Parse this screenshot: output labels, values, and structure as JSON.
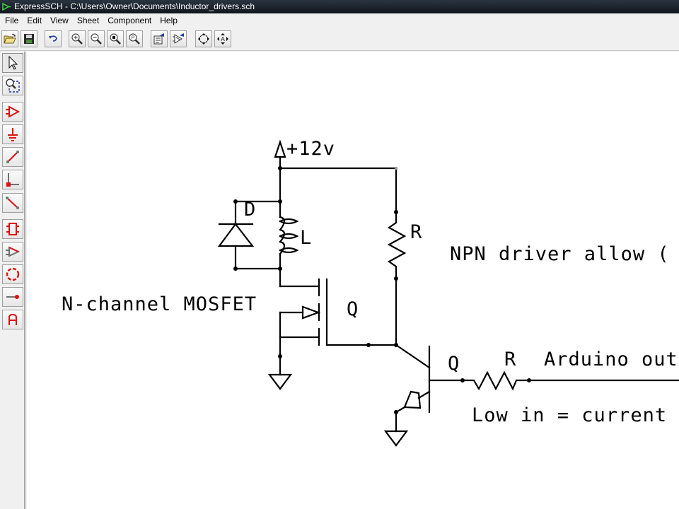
{
  "window": {
    "title": "ExpressSCH - C:\\Users\\Owner\\Documents\\Inductor_drivers.sch",
    "app_icon": "expresssch-logo-icon"
  },
  "menu": {
    "items": [
      {
        "label": "File"
      },
      {
        "label": "Edit"
      },
      {
        "label": "View"
      },
      {
        "label": "Sheet"
      },
      {
        "label": "Component"
      },
      {
        "label": "Help"
      }
    ]
  },
  "toolbar": {
    "buttons": [
      {
        "name": "open-button",
        "icon": "open-folder-icon",
        "tooltip": "Open"
      },
      {
        "name": "save-button",
        "icon": "floppy-disk-icon",
        "tooltip": "Save"
      },
      {
        "name": "undo-button",
        "icon": "undo-arrow-icon",
        "tooltip": "Undo"
      },
      {
        "name": "zoom-in-button",
        "icon": "zoom-in-icon",
        "tooltip": "Zoom In"
      },
      {
        "name": "zoom-out-button",
        "icon": "zoom-out-icon",
        "tooltip": "Zoom Out"
      },
      {
        "name": "zoom-fit-button",
        "icon": "zoom-fit-icon",
        "tooltip": "Zoom Fit"
      },
      {
        "name": "zoom-page-button",
        "icon": "zoom-page-icon",
        "tooltip": "Zoom Page"
      },
      {
        "name": "sheet-properties-button",
        "icon": "sheet-properties-icon",
        "tooltip": "Sheet Properties"
      },
      {
        "name": "component-properties-button",
        "icon": "component-properties-icon",
        "tooltip": "Component Properties"
      },
      {
        "name": "move-button",
        "icon": "move-arrows-icon",
        "tooltip": "Move"
      },
      {
        "name": "move-annotate-button",
        "icon": "move-annotate-icon",
        "tooltip": "Move Annotation"
      }
    ]
  },
  "tools": {
    "buttons": [
      {
        "name": "select-tool",
        "icon": "pointer-arrow-icon",
        "active": true
      },
      {
        "name": "zoom-select-tool",
        "icon": "zoom-select-icon"
      },
      {
        "name": "place-component-tool",
        "icon": "component-triangle-icon"
      },
      {
        "name": "ground-tool",
        "icon": "ground-symbol-icon"
      },
      {
        "name": "wire-tool",
        "icon": "wire-line-icon"
      },
      {
        "name": "corner-wire-tool",
        "icon": "corner-wire-icon"
      },
      {
        "name": "bus-tool",
        "icon": "diagonal-line-icon"
      },
      {
        "name": "ic-tool",
        "icon": "ic-chip-icon"
      },
      {
        "name": "buffer-tool",
        "icon": "buffer-triangle-icon"
      },
      {
        "name": "circle-tool",
        "icon": "dashed-circle-icon"
      },
      {
        "name": "junction-tool",
        "icon": "junction-dot-icon"
      },
      {
        "name": "text-tool",
        "icon": "text-a-icon"
      }
    ]
  },
  "schematic": {
    "labels": {
      "supply": "+12v",
      "diode": "D",
      "inductor": "L",
      "resistor_top": "R",
      "mosfet_ref": "Q",
      "mosfet_note": "N-channel MOSFET",
      "npn_note": "NPN driver allow (",
      "npn_ref": "Q",
      "base_resistor": "R",
      "arduino_note": "Arduino out",
      "low_note": "Low in = current"
    }
  }
}
